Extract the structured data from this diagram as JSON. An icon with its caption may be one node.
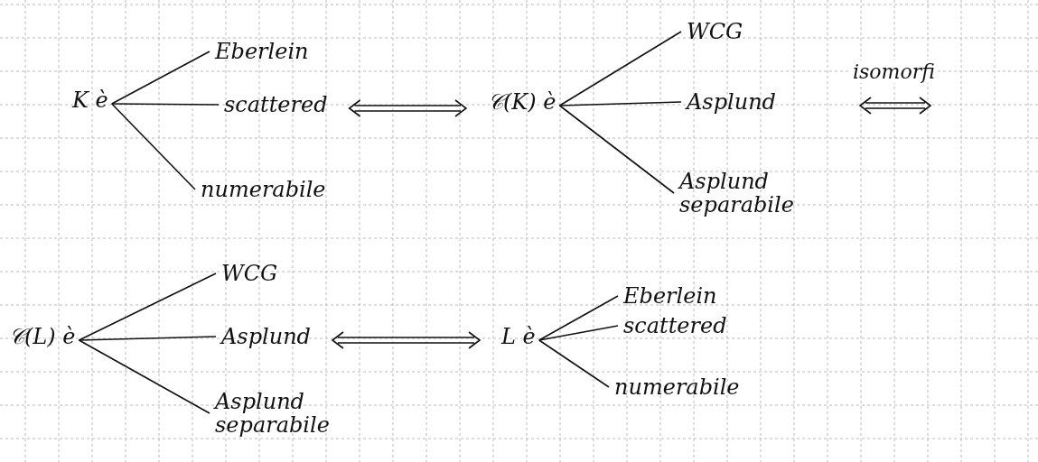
{
  "diagram": {
    "nodes": [
      {
        "text": [
          "K è"
        ]
      },
      {
        "text": [
          "Eberlein"
        ]
      },
      {
        "text": [
          "scattered"
        ]
      },
      {
        "text": [
          "numerabile"
        ]
      },
      {
        "text": [
          "𝒞(K) è"
        ]
      },
      {
        "text": [
          "WCG"
        ]
      },
      {
        "text": [
          "Asplund"
        ]
      },
      {
        "text": [
          "Asplund separabile"
        ]
      },
      {
        "text": [
          "𝒞(L) è"
        ]
      },
      {
        "text": [
          "WCG"
        ]
      },
      {
        "text": [
          "Asplund"
        ]
      },
      {
        "text": [
          "Asplund separabile"
        ]
      },
      {
        "text": [
          "L è"
        ]
      },
      {
        "text": [
          "Eberlein"
        ]
      },
      {
        "text": [
          "scattered"
        ]
      },
      {
        "text": [
          "numerabile"
        ]
      }
    ],
    "edges": [
      {
        "from": 0,
        "to": 1,
        "arrow": "none"
      },
      {
        "from": 0,
        "to": 2,
        "arrow": "none"
      },
      {
        "from": 0,
        "to": 3,
        "arrow": "none"
      },
      {
        "from": 2,
        "to": 4,
        "arrow": "both"
      },
      {
        "from": 4,
        "to": 5,
        "arrow": "none"
      },
      {
        "from": 4,
        "to": 6,
        "arrow": "none"
      },
      {
        "from": 4,
        "to": 7,
        "arrow": "none"
      },
      {
        "from": 8,
        "to": 9,
        "arrow": "none"
      },
      {
        "from": 8,
        "to": 10,
        "arrow": "none"
      },
      {
        "from": 8,
        "to": 11,
        "arrow": "none"
      },
      {
        "from": 10,
        "to": 12,
        "arrow": "both"
      },
      {
        "from": 12,
        "to": 13,
        "arrow": "none"
      },
      {
        "from": 12,
        "to": 14,
        "arrow": "none"
      },
      {
        "from": 12,
        "to": 15,
        "arrow": "none"
      }
    ],
    "labels": [
      "isomorfi"
    ]
  }
}
